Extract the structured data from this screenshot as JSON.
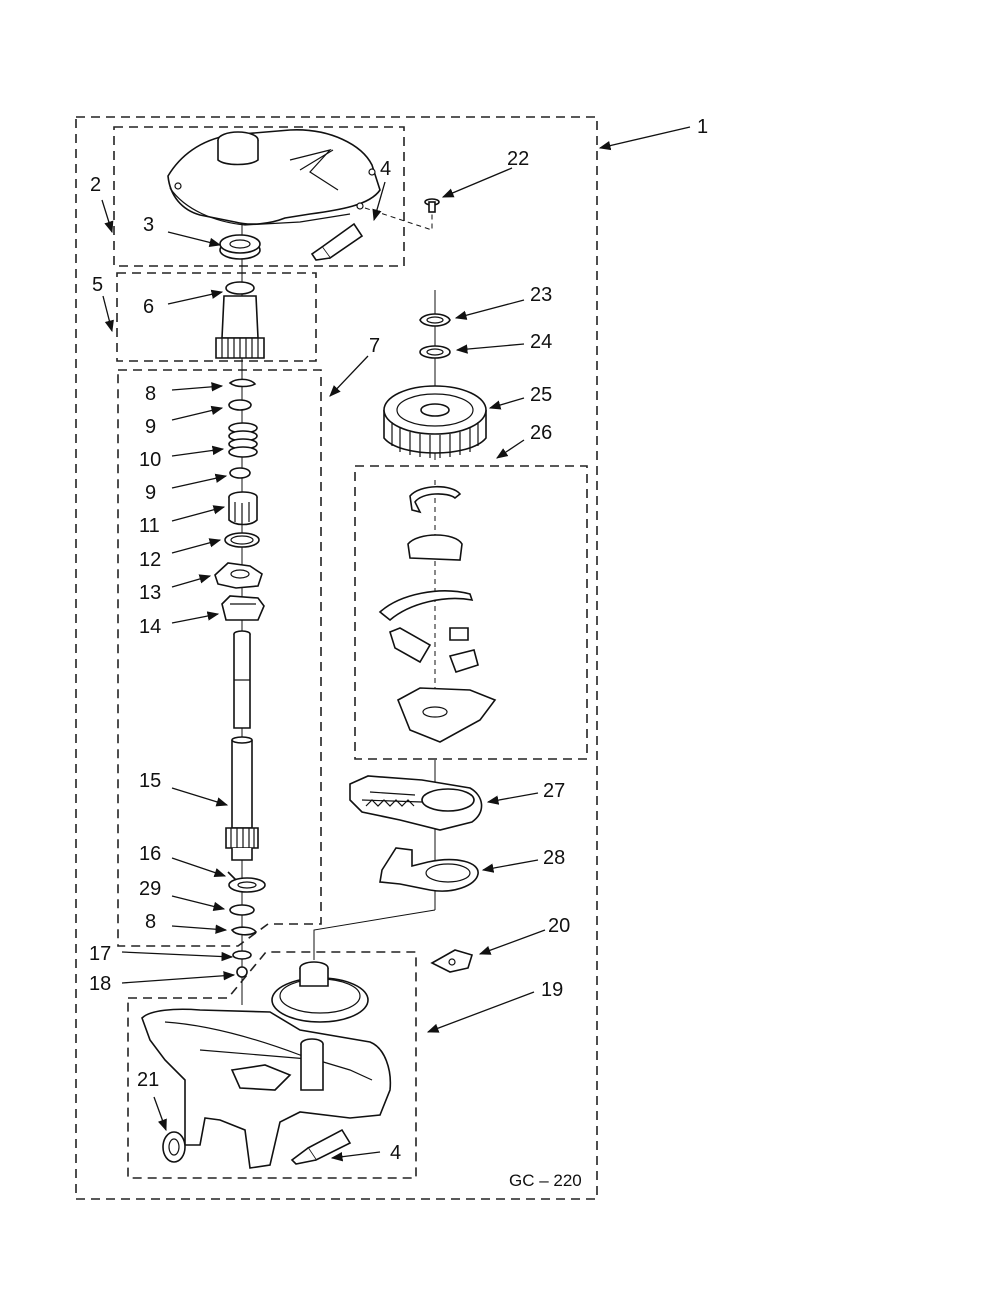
{
  "diagram": {
    "drawing_code": "GC – 220",
    "callouts": [
      {
        "id": "c1",
        "text": "1"
      },
      {
        "id": "c2",
        "text": "2"
      },
      {
        "id": "c3",
        "text": "3"
      },
      {
        "id": "c4a",
        "text": "4"
      },
      {
        "id": "c5",
        "text": "5"
      },
      {
        "id": "c6",
        "text": "6"
      },
      {
        "id": "c7",
        "text": "7"
      },
      {
        "id": "c8a",
        "text": "8"
      },
      {
        "id": "c9a",
        "text": "9"
      },
      {
        "id": "c10",
        "text": "10"
      },
      {
        "id": "c9b",
        "text": "9"
      },
      {
        "id": "c11",
        "text": "11"
      },
      {
        "id": "c12",
        "text": "12"
      },
      {
        "id": "c13",
        "text": "13"
      },
      {
        "id": "c14",
        "text": "14"
      },
      {
        "id": "c15",
        "text": "15"
      },
      {
        "id": "c16",
        "text": "16"
      },
      {
        "id": "c29",
        "text": "29"
      },
      {
        "id": "c8b",
        "text": "8"
      },
      {
        "id": "c17",
        "text": "17"
      },
      {
        "id": "c18",
        "text": "18"
      },
      {
        "id": "c19",
        "text": "19"
      },
      {
        "id": "c20",
        "text": "20"
      },
      {
        "id": "c21",
        "text": "21"
      },
      {
        "id": "c4b",
        "text": "4"
      },
      {
        "id": "c22",
        "text": "22"
      },
      {
        "id": "c23",
        "text": "23"
      },
      {
        "id": "c24",
        "text": "24"
      },
      {
        "id": "c25",
        "text": "25"
      },
      {
        "id": "c26",
        "text": "26"
      },
      {
        "id": "c27",
        "text": "27"
      },
      {
        "id": "c28",
        "text": "28"
      }
    ]
  }
}
